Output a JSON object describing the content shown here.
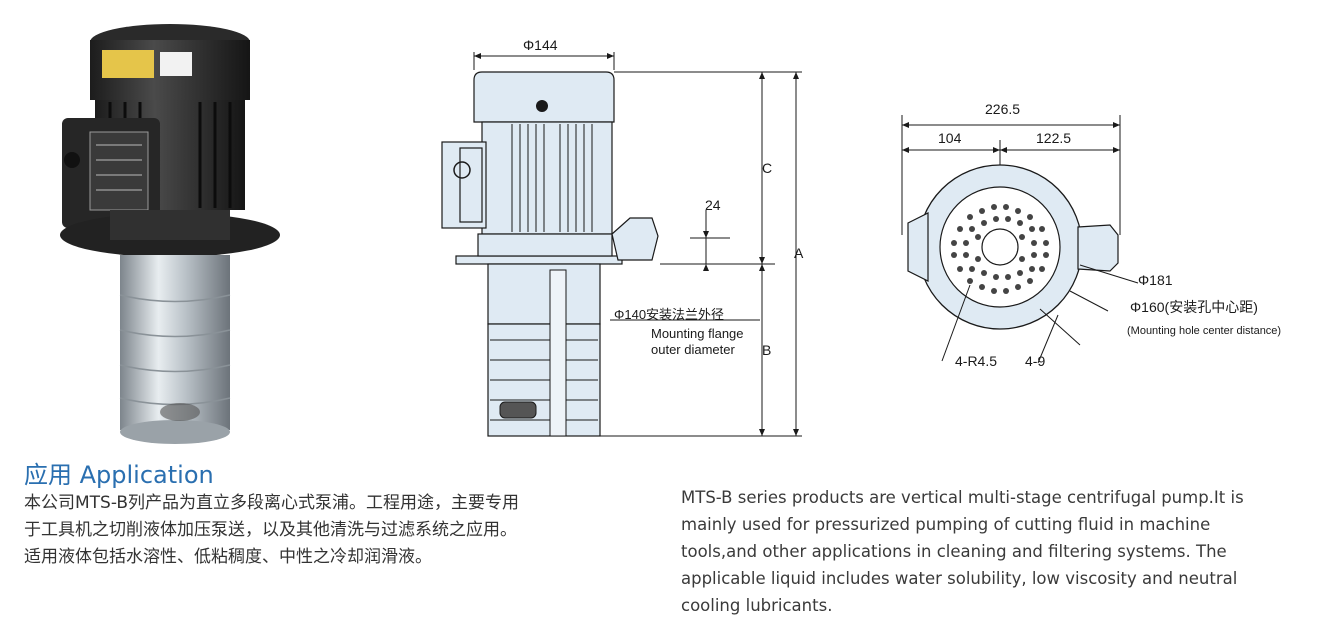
{
  "drawing_front": {
    "dim_width": "Φ144",
    "label_c": "C",
    "label_a": "A",
    "label_b": "B",
    "dim_24": "24",
    "flange_cn": "Φ140安装法兰外径",
    "flange_en_1": "Mounting flange",
    "flange_en_2": "outer diameter"
  },
  "drawing_top": {
    "dim_total": "226.5",
    "dim_left": "104",
    "dim_right": "122.5",
    "dim_181": "Φ181",
    "dim_160": "Φ160(安装孔中心距)",
    "dim_160_en": "(Mounting hole center distance)",
    "dim_r": "4-R4.5",
    "dim_holes": "4-9"
  },
  "application": {
    "title": "应用 Application",
    "cn_lines": [
      "本公司MTS-B列产品为直立多段离心式泵浦。工程用途，主要专用",
      "于工具机之切削液体加压泵送，以及其他清洗与过滤系统之应用。",
      "适用液体包括水溶性、低粘稠度、中性之冷却润滑液。"
    ],
    "en_lines": [
      "MTS-B series products are vertical multi-stage centrifugal pump.It is",
      "mainly used for pressurized pumping of cutting fluid in machine",
      "tools,and other applications in cleaning and filtering systems. The",
      "applicable liquid includes water solubility, low viscosity and neutral",
      "cooling lubricants."
    ]
  },
  "colors": {
    "accent_title": "#2a6fb0",
    "drawing_fill": "#dfeaf3",
    "drawing_stroke": "#1a1a1a"
  }
}
